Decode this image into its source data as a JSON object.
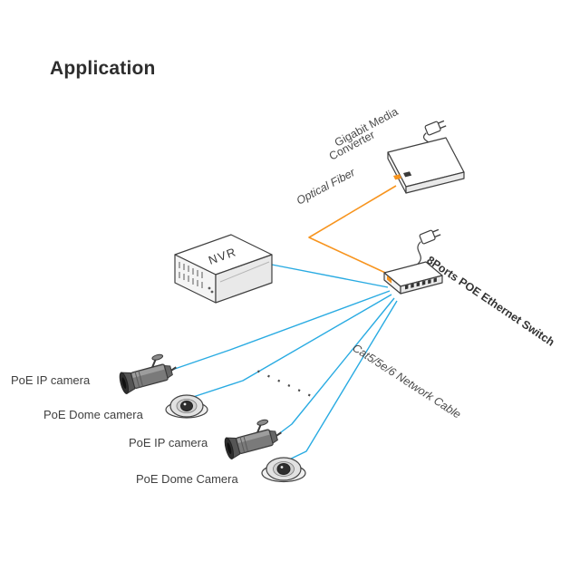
{
  "page": {
    "title": "Application"
  },
  "colors": {
    "cable_blue": "#29abe2",
    "fiber_orange": "#f7941e",
    "line_dark": "#3f3f3f"
  },
  "diagram": {
    "devices": {
      "media_converter": {
        "label_line1": "Gigabit Media",
        "label_line2": "Converter"
      },
      "nvr": {
        "label": "NVR"
      },
      "poe_switch": {
        "label": "8Ports POE Ethernet Switch"
      },
      "camera_1": {
        "label": "PoE IP camera",
        "type": "bullet"
      },
      "camera_2": {
        "label": "PoE Dome camera",
        "type": "dome"
      },
      "camera_3": {
        "label": "PoE IP camera",
        "type": "bullet"
      },
      "camera_4": {
        "label": "PoE Dome Camera",
        "type": "dome"
      }
    },
    "connections": {
      "optical_fiber": {
        "label": "Optical Fiber"
      },
      "network_cable": {
        "label": "Cat5/5e/6 Network Cable"
      }
    },
    "ellipsis": ". . . . . ."
  }
}
